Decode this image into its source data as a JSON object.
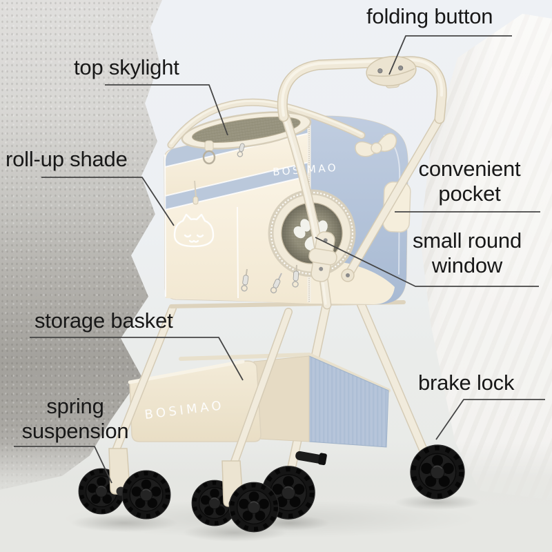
{
  "callouts": {
    "folding_button": "folding button",
    "top_skylight": "top skylight",
    "roll_up_shade": "roll-up shade",
    "convenient_pocket": "convenient pocket",
    "small_round_window": "small round window",
    "storage_basket": "storage basket",
    "brake_lock": "brake lock",
    "spring_suspension": "spring suspension"
  },
  "brand": {
    "carrier_logo": "BOSIMAO",
    "basket_logo": "BOSIMAO"
  },
  "colors": {
    "carrier_blue": "#b7c5d9",
    "carrier_cream": "#f6eedd",
    "frame_cream": "#f0e9d8",
    "basket_cream": "#f2ead7",
    "basket_blue": "#b5c4d9",
    "mesh_olive": "#9b9784",
    "wheel_black": "#151515",
    "rock_gray": "#adaba6",
    "wall_white": "#f6f5f3",
    "background": "#edf0f3",
    "label_text": "#181818",
    "leader_line": "#454545"
  }
}
